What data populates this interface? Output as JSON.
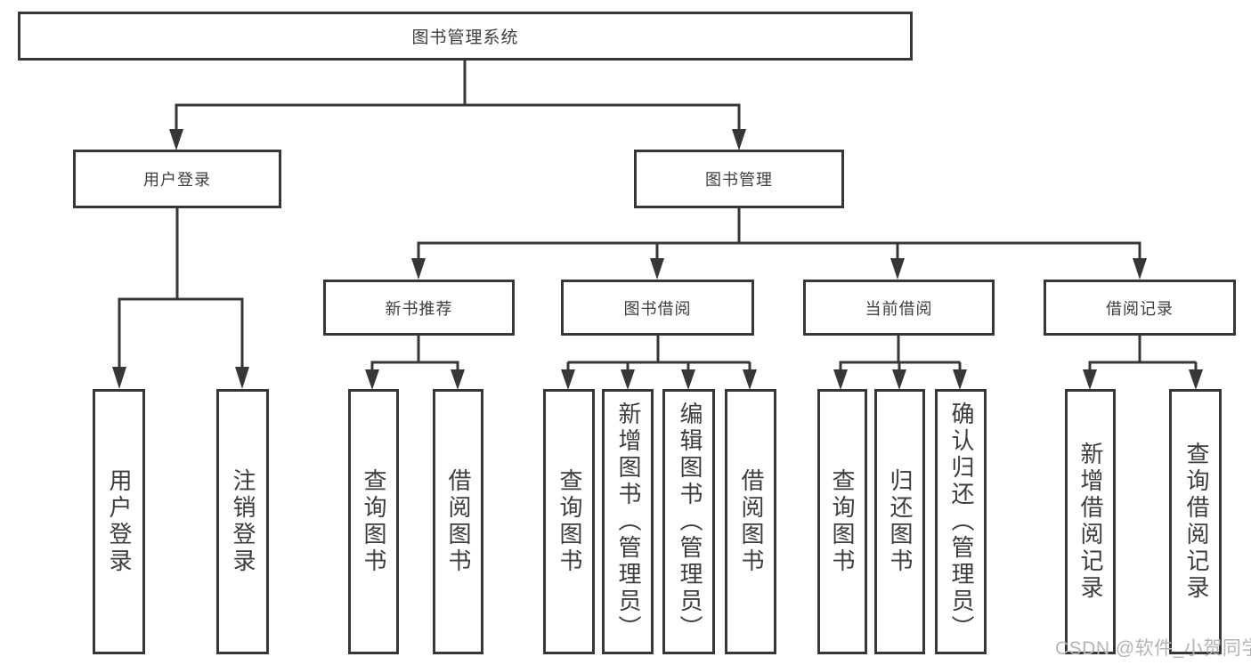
{
  "colors": {
    "line": "#373737",
    "text": "#3d3d3d",
    "watermark": "#b4b4b4",
    "background": "#ffffff"
  },
  "tree": {
    "label": "图书管理系统",
    "children": [
      {
        "label": "用户登录",
        "children": [
          {
            "label": "用户登录"
          },
          {
            "label": "注销登录"
          }
        ]
      },
      {
        "label": "图书管理",
        "children": [
          {
            "label": "新书推荐",
            "children": [
              {
                "label": "查询图书"
              },
              {
                "label": "借阅图书"
              }
            ]
          },
          {
            "label": "图书借阅",
            "children": [
              {
                "label": "查询图书"
              },
              {
                "label": "新增图书（管理员）"
              },
              {
                "label": "编辑图书（管理员）"
              },
              {
                "label": "借阅图书"
              }
            ]
          },
          {
            "label": "当前借阅",
            "children": [
              {
                "label": "查询图书"
              },
              {
                "label": "归还图书"
              },
              {
                "label": "确认归还（管理员）"
              }
            ]
          },
          {
            "label": "借阅记录",
            "children": [
              {
                "label": "新增借阅记录"
              },
              {
                "label": "查询借阅记录"
              }
            ]
          }
        ]
      }
    ]
  },
  "watermark": {
    "text": "CSDN @软件_小贺同学"
  }
}
